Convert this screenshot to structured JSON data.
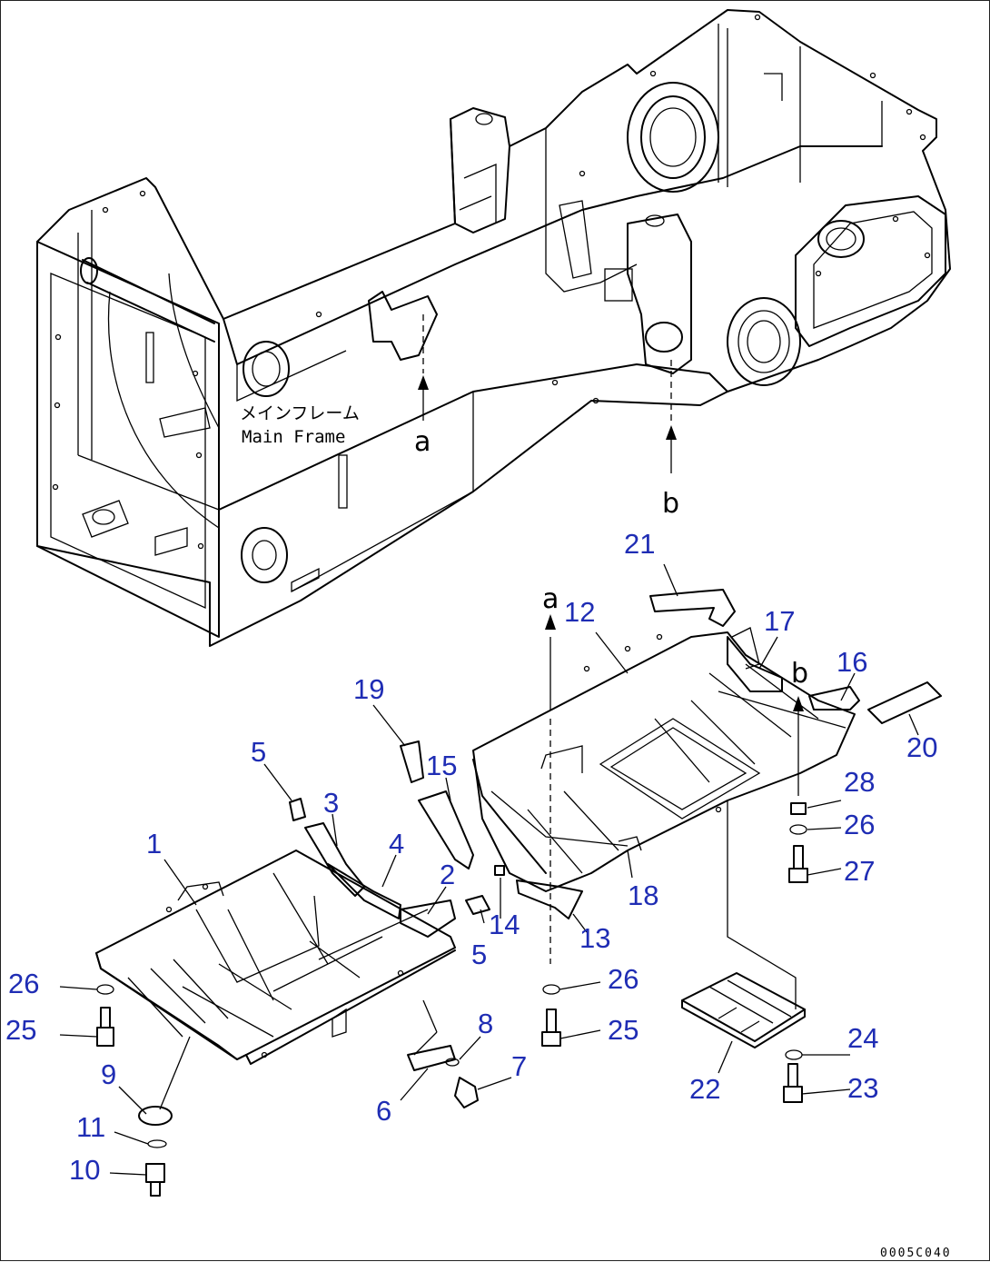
{
  "labels": {
    "main_frame_jp": "メインフレーム",
    "main_frame_en": "Main Frame",
    "ref_a": "a",
    "ref_b": "b",
    "drawing_code": "0005C040"
  },
  "callouts": [
    "1",
    "2",
    "3",
    "4",
    "5",
    "5",
    "6",
    "7",
    "8",
    "9",
    "10",
    "11",
    "12",
    "13",
    "14",
    "15",
    "16",
    "17",
    "18",
    "19",
    "20",
    "21",
    "22",
    "23",
    "24",
    "25",
    "25",
    "26",
    "26",
    "26",
    "27",
    "28"
  ],
  "colors": {
    "callout": "#1f2db4",
    "line": "#000000",
    "background": "#ffffff"
  }
}
